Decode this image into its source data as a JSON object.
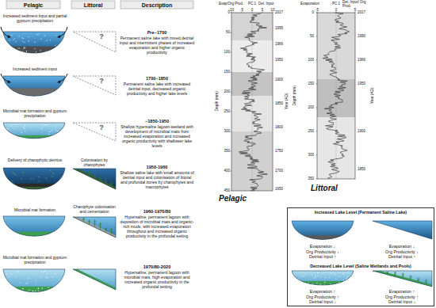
{
  "diagram": {
    "nodes": [
      {
        "text": [
          "Increased Lake Level (Permanent Saline Lake)",
          "Decreased Lake Level (Saline Wetlands and Pools)"
        ]
      }
    ],
    "labels": [
      "Pelagic",
      "Littoral",
      "Description",
      "Increased sediment input and partial gypsum precipitation",
      "?",
      "Pre~1700",
      "Permanent saline lake with mixed detrital input and intermittent phases of increased evaporation and higher organic productivity",
      "Increased sediment input",
      "?",
      "1700~1850",
      "Permanent saline lake with increased detrital input, decreased organic productivity and higher lake levels",
      "Microbial mat formation and gypsum precipitation",
      "?",
      "~1850-1950",
      "Shallow hypersaline lagoon-wetland with development of microbial mats from increased evaporation and increased organic productivity with shallower lake levels",
      "Delivery of charophytic detritus",
      "Colonisation by charophytes",
      "1950-1960",
      "Shallow saline lake with small amounts of detrital input and colonisation of littoral and profundal zones by charophytes and macrophytes",
      "Microbial mat formation",
      "Charophyte colonisation and cementation",
      "1960-1970/80",
      "Hypersaline, permanent lagoon with deposition of microbial mats and organic-rich muds, with increased evaporation throughout and increased organic productivity in the profundal setting",
      "Microbial mat formation and gypsum precipitation",
      "1970/80-2020",
      "Hypersaline, permanent lagoon with microbial mats, high evaporation and increased organic productivity in the profundal setting",
      "Evap/Org Prod.",
      "PC 1",
      "Det. Input",
      "-10",
      "-5",
      "0",
      "5",
      "10",
      "0",
      "50",
      "100",
      "150",
      "200",
      "250",
      "300",
      "350",
      "400",
      "450",
      "Depth (mm)",
      "2017",
      "1995",
      "1966",
      "1950",
      "1900",
      "1850",
      "1800",
      "1750",
      "1700",
      "1650",
      "Year (AD)",
      "Pelagic",
      "Evaporation",
      "PC 1",
      "Det. Input/ Org Prod.",
      "-5",
      "0",
      "5",
      "0",
      "50",
      "100",
      "150",
      "200",
      "250",
      "300",
      "350",
      "Depth (mm)",
      "2017",
      "1990",
      "1966",
      "1950",
      "1900",
      "1850",
      "Year (AD)",
      "Littoral",
      "Evaporation ↓",
      "Org Productivity ↓",
      "Detrital Input ↑",
      "Evaporation ↓",
      "Org Productivity ↓",
      "Detrital Input ↑",
      "Evaporation ↑",
      "Org Productivity ↑",
      "Detrital Input ↓",
      "Evaporation ↑",
      "Org Productivity ↑",
      "Detrital Input ↓"
    ]
  }
}
